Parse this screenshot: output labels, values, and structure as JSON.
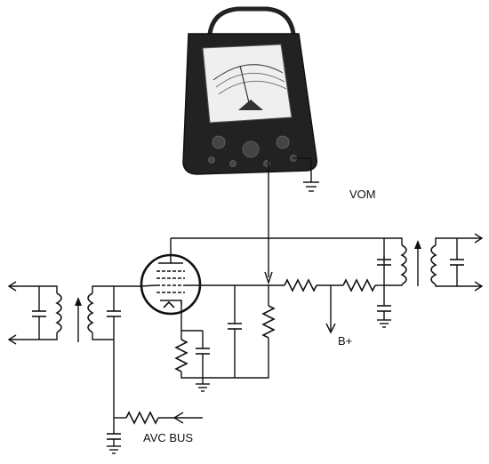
{
  "labels": {
    "vom": "VOM",
    "b_plus": "B+",
    "avc_bus": "AVC BUS"
  },
  "colors": {
    "ink": "#111111",
    "meter_case": "#222222",
    "meter_face": "#efefef"
  }
}
